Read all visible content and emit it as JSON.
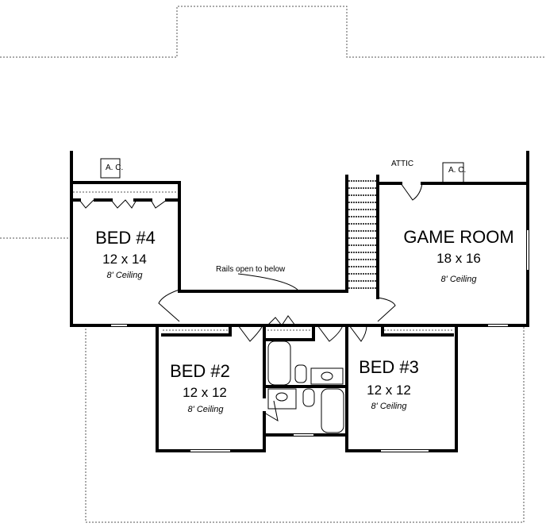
{
  "rooms": {
    "bed4": {
      "name": "BED #4",
      "size": "12 x 14",
      "ceiling": "8' Ceiling"
    },
    "game_room": {
      "name": "GAME ROOM",
      "size": "18 x 16",
      "ceiling": "8' Ceiling"
    },
    "bed2": {
      "name": "BED #2",
      "size": "12 x 12",
      "ceiling": "8' Ceiling"
    },
    "bed3": {
      "name": "BED #3",
      "size": "12 x 12",
      "ceiling": "8' Ceiling"
    }
  },
  "labels": {
    "ac_left": "A. C.",
    "ac_right": "A. C.",
    "attic": "ATTIC",
    "rails": "Rails open to below"
  }
}
